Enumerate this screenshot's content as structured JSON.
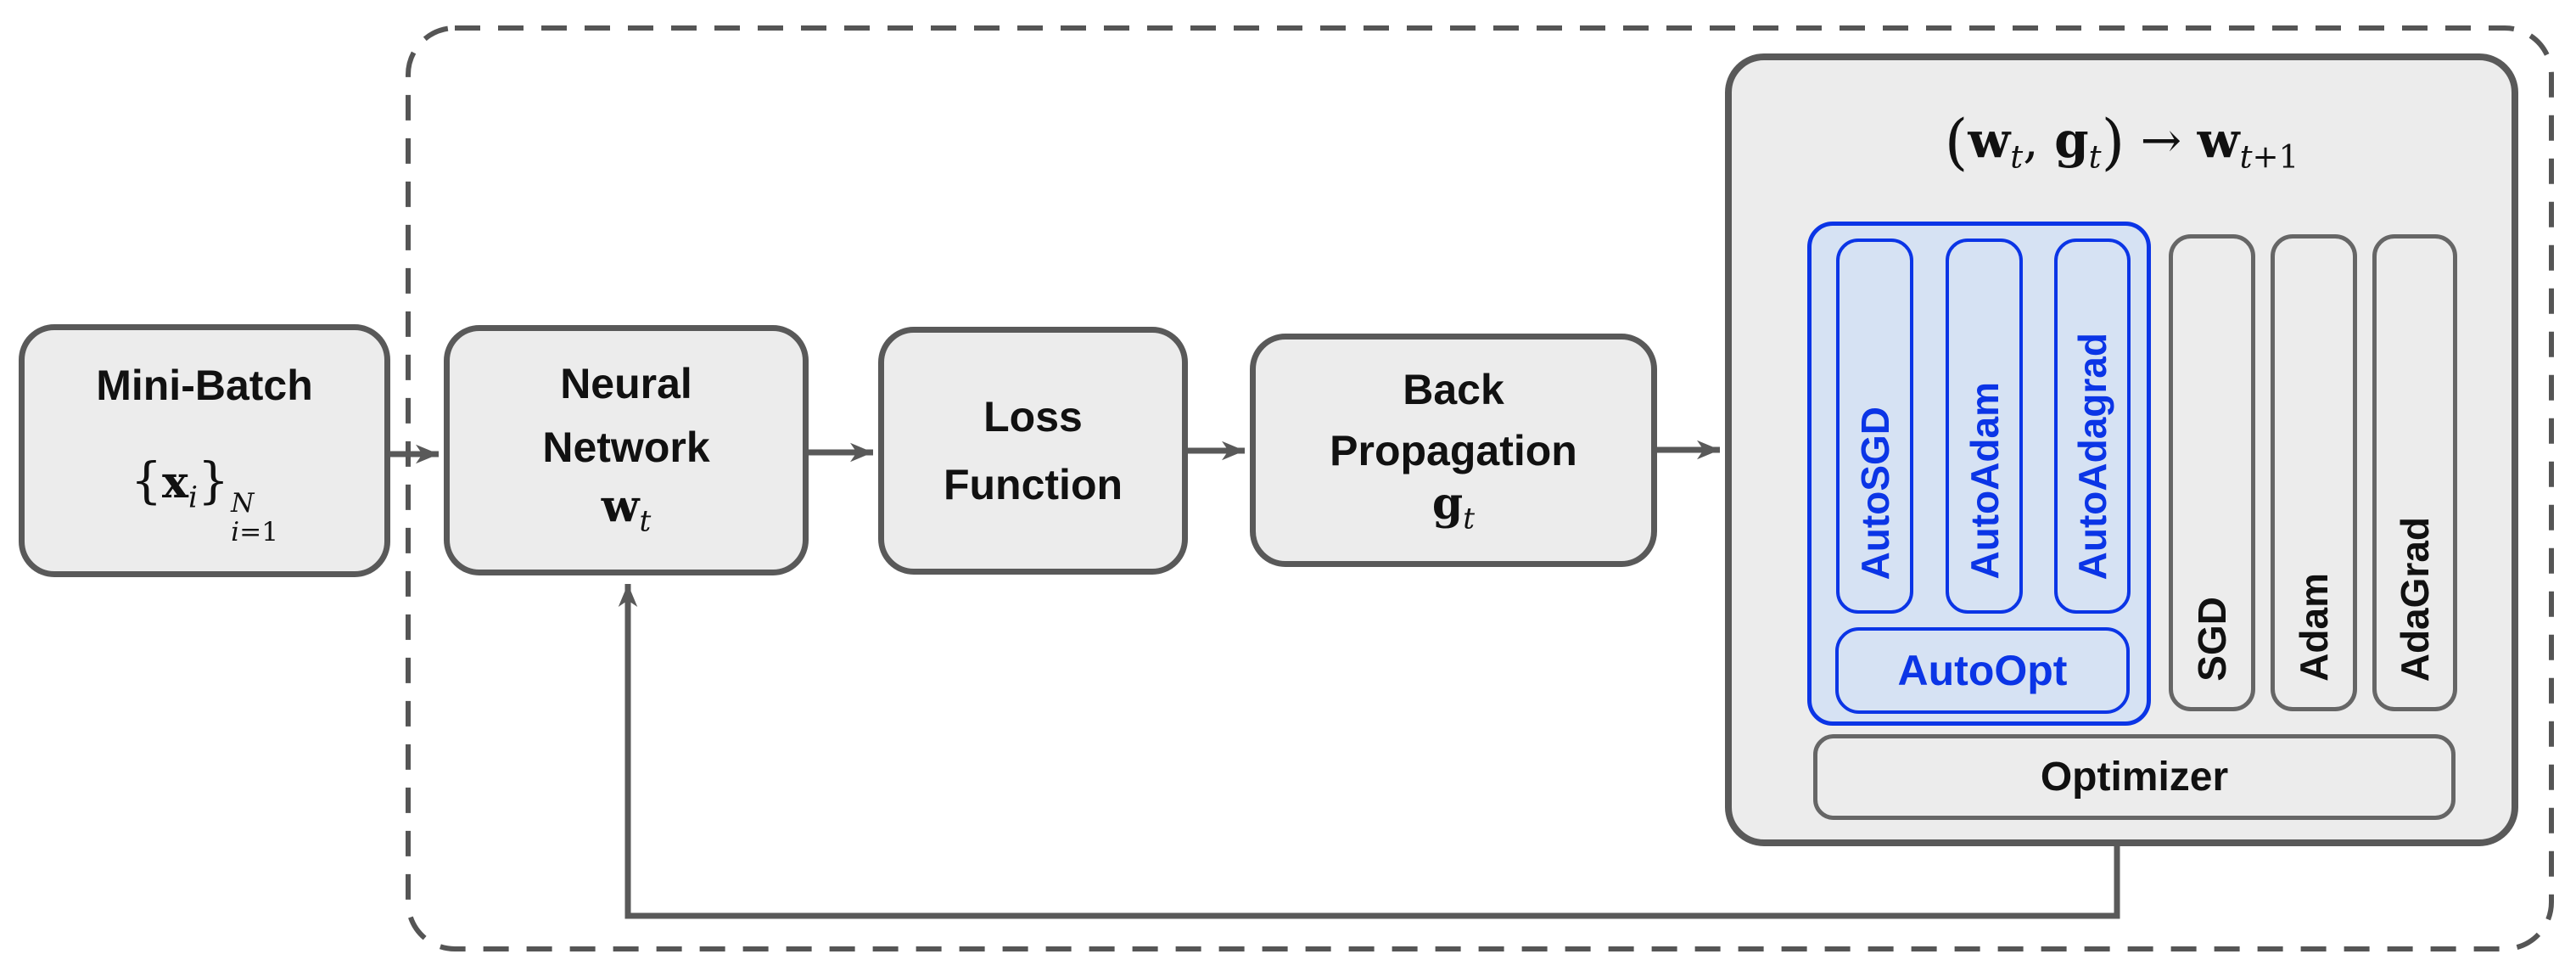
{
  "colors": {
    "canvas": "#ffffff",
    "node_fill": "#ececec",
    "node_border": "#595959",
    "connector": "#595959",
    "dashed_border": "#555555",
    "accent_blue": "#0b35e6",
    "accent_blue_fill": "#d6e2f3",
    "pill_border": "#666666",
    "text": "#111111"
  },
  "flow": {
    "mini_batch": {
      "title": "Mini-Batch",
      "math": {
        "open_brace": "{",
        "vector": "x",
        "vector_sub": "i",
        "close_brace": "}",
        "sup": "N",
        "sub_var": "i",
        "sub_rest": "=1"
      }
    },
    "neural_network": {
      "line1": "Neural",
      "line2": "Network",
      "math": {
        "vector": "w",
        "sub": "t"
      }
    },
    "loss_function": {
      "line1": "Loss",
      "line2": "Function"
    },
    "back_propagation": {
      "line1": "Back",
      "line2": "Propagation",
      "math": {
        "vector": "g",
        "sub": "t"
      }
    }
  },
  "optimizer_panel": {
    "title": {
      "open_paren": "(",
      "w": "w",
      "w_sub": "t",
      "comma": ",",
      "g": "g",
      "g_sub": "t",
      "close_paren": ")",
      "arrow": "→",
      "w_next": "w",
      "w_next_sub_var": "t",
      "w_next_sub_rest": "+1"
    },
    "auto_group": {
      "pills": [
        {
          "label": "AutoSGD"
        },
        {
          "label": "AutoAdam"
        },
        {
          "label": "AutoAdagrad"
        }
      ],
      "footer": "AutoOpt"
    },
    "baseline_pills": [
      {
        "label": "SGD"
      },
      {
        "label": "Adam"
      },
      {
        "label": "AdaGrad"
      }
    ],
    "footer": "Optimizer"
  }
}
